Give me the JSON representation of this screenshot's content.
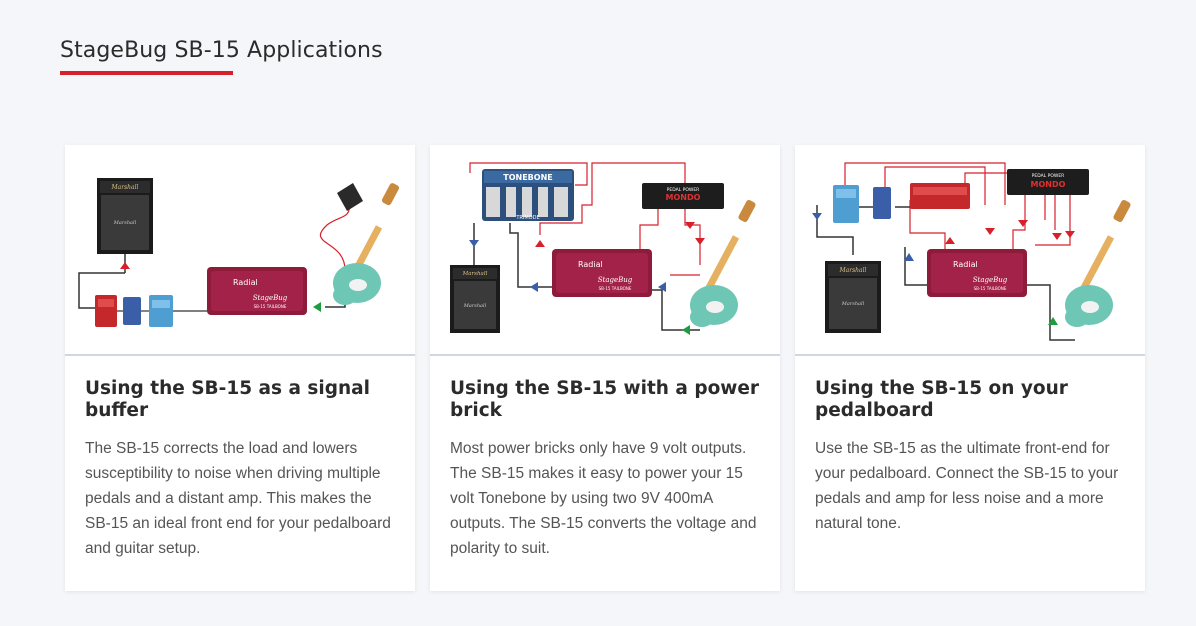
{
  "page": {
    "title": "StageBug SB-15 Applications",
    "accent": "#d8202b"
  },
  "cards": [
    {
      "title": "Using the SB-15 as a signal buffer",
      "text": "The SB-15 corrects the load and lowers susceptibility to noise when driving multiple pedals and a distant amp. This makes the SB-15 an ideal front end for your pedalboard and guitar setup.",
      "figure": {
        "amp_brand": "Marshall",
        "device_brand": "Radial",
        "device_name": "StageBug",
        "device_model": "SB-15 TAILBONE"
      }
    },
    {
      "title": "Using the SB-15 with a power brick",
      "text": "Most power bricks only have 9 volt outputs. The SB-15 makes it easy to power your 15 volt Tonebone by using two 9V 400mA outputs. The SB-15 converts the voltage and polarity to suit.",
      "figure": {
        "amp_brand": "Marshall",
        "device_brand": "Radial",
        "device_name": "StageBug",
        "device_model": "SB-15 TAILBONE",
        "pedal_name": "TONEBONE",
        "pedal_model": "TRIMODE",
        "power_name": "MONDO",
        "power_label": "PEDAL POWER"
      }
    },
    {
      "title": "Using the SB-15 on your pedalboard",
      "text": "Use the SB-15 as the ultimate front-end for your pedalboard. Connect the SB-15 to your pedals and amp for less noise and a more natural tone.",
      "figure": {
        "amp_brand": "Marshall",
        "device_brand": "Radial",
        "device_name": "StageBug",
        "device_model": "SB-15 TAILBONE",
        "power_name": "MONDO",
        "power_label": "PEDAL POWER"
      }
    }
  ]
}
